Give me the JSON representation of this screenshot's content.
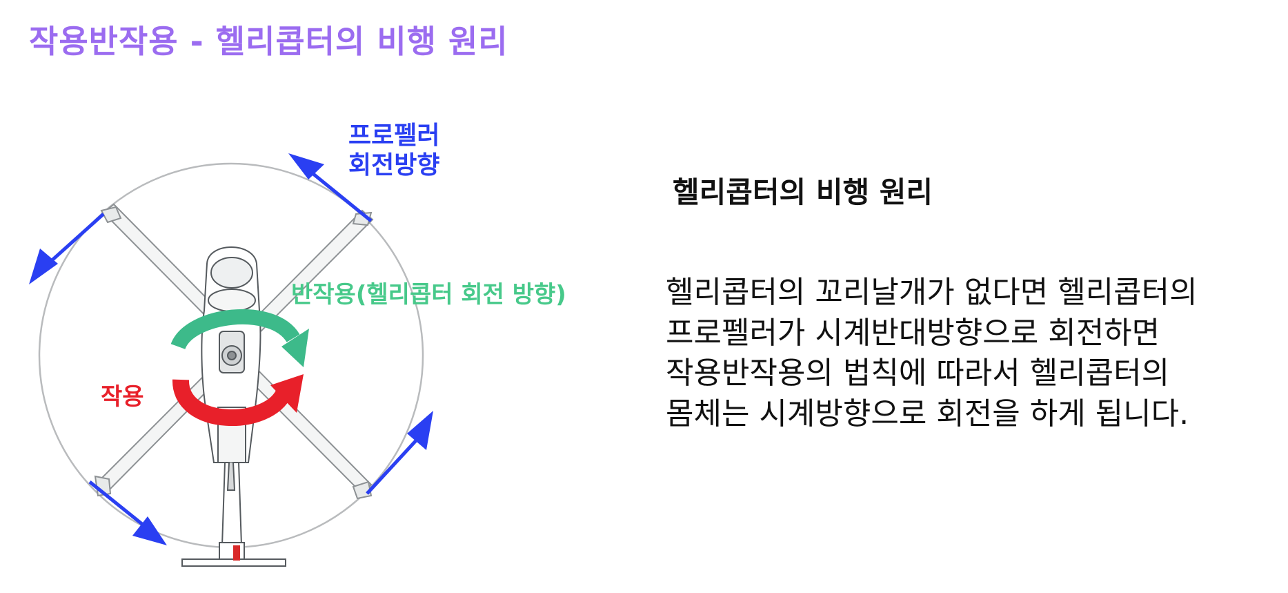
{
  "title": "작용반작용 - 헬리콥터의 비행 원리",
  "diagram": {
    "propeller_label_line1": "프로펠러",
    "propeller_label_line2": "회전방향",
    "reaction_label": "반작용(헬리콥터 회전 방향)",
    "action_label": "작용",
    "colors": {
      "propeller_arrow": "#2a3ff2",
      "reaction_arrow": "#3dba8a",
      "action_arrow": "#e8202a",
      "title": "#9b6cf0"
    }
  },
  "side": {
    "title": "헬리콥터의 비행 원리",
    "lines": [
      "헬리콥터의 꼬리날개가 없다면 헬리콥터의",
      "프로펠러가 시계반대방향으로 회전하면",
      "작용반작용의 법칙에 따라서 헬리콥터의",
      "몸체는 시계방향으로 회전을 하게 됩니다."
    ]
  }
}
